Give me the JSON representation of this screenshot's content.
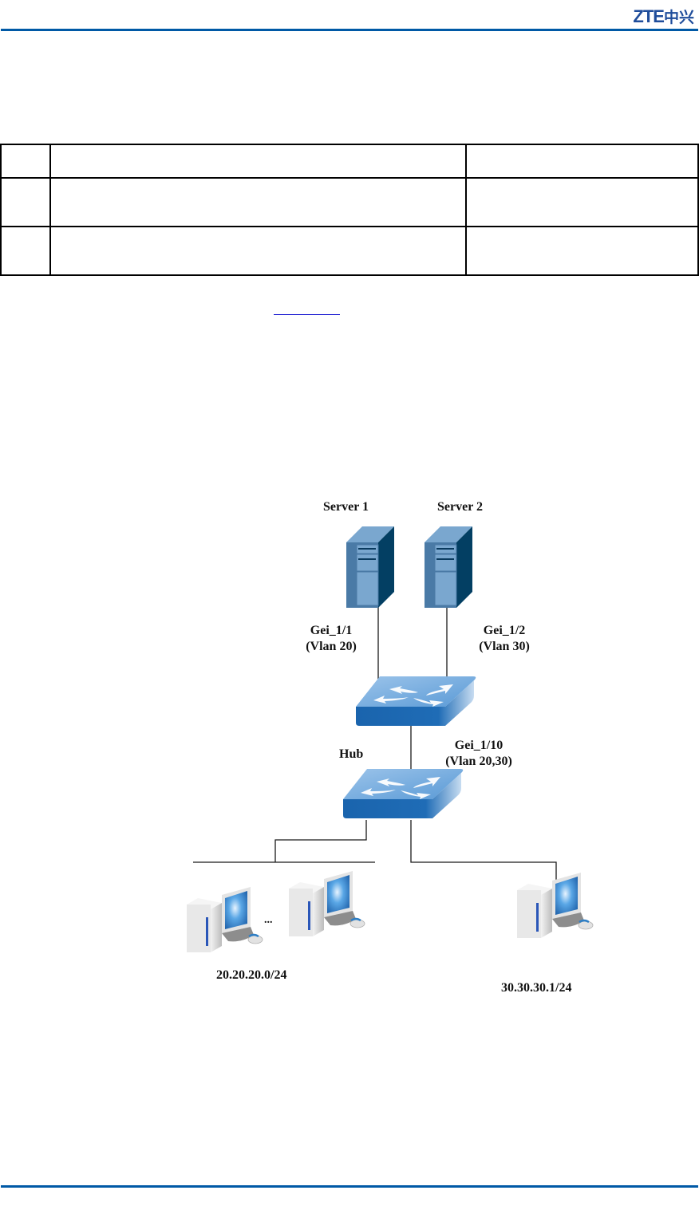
{
  "header": {
    "logo_latin": "ZTE",
    "logo_cn": "中兴",
    "brand_color": "#0059a6"
  },
  "table": {
    "rows": [
      [
        "",
        "",
        ""
      ],
      [
        "",
        "",
        ""
      ],
      [
        "",
        "",
        ""
      ]
    ]
  },
  "link": {
    "text": ""
  },
  "diagram": {
    "server1_label": "Server 1",
    "server2_label": "Server 2",
    "port1_name": "Gei_1/1",
    "port1_vlan": "(Vlan 20)",
    "port2_name": "Gei_1/2",
    "port2_vlan": "(Vlan 30)",
    "uplink_name": "Gei_1/10",
    "uplink_vlan": "(Vlan 20,30)",
    "hub_label": "Hub",
    "ellipsis": "...",
    "subnet_left": "20.20.20.0/24",
    "subnet_right": "30.30.30.1/24"
  }
}
